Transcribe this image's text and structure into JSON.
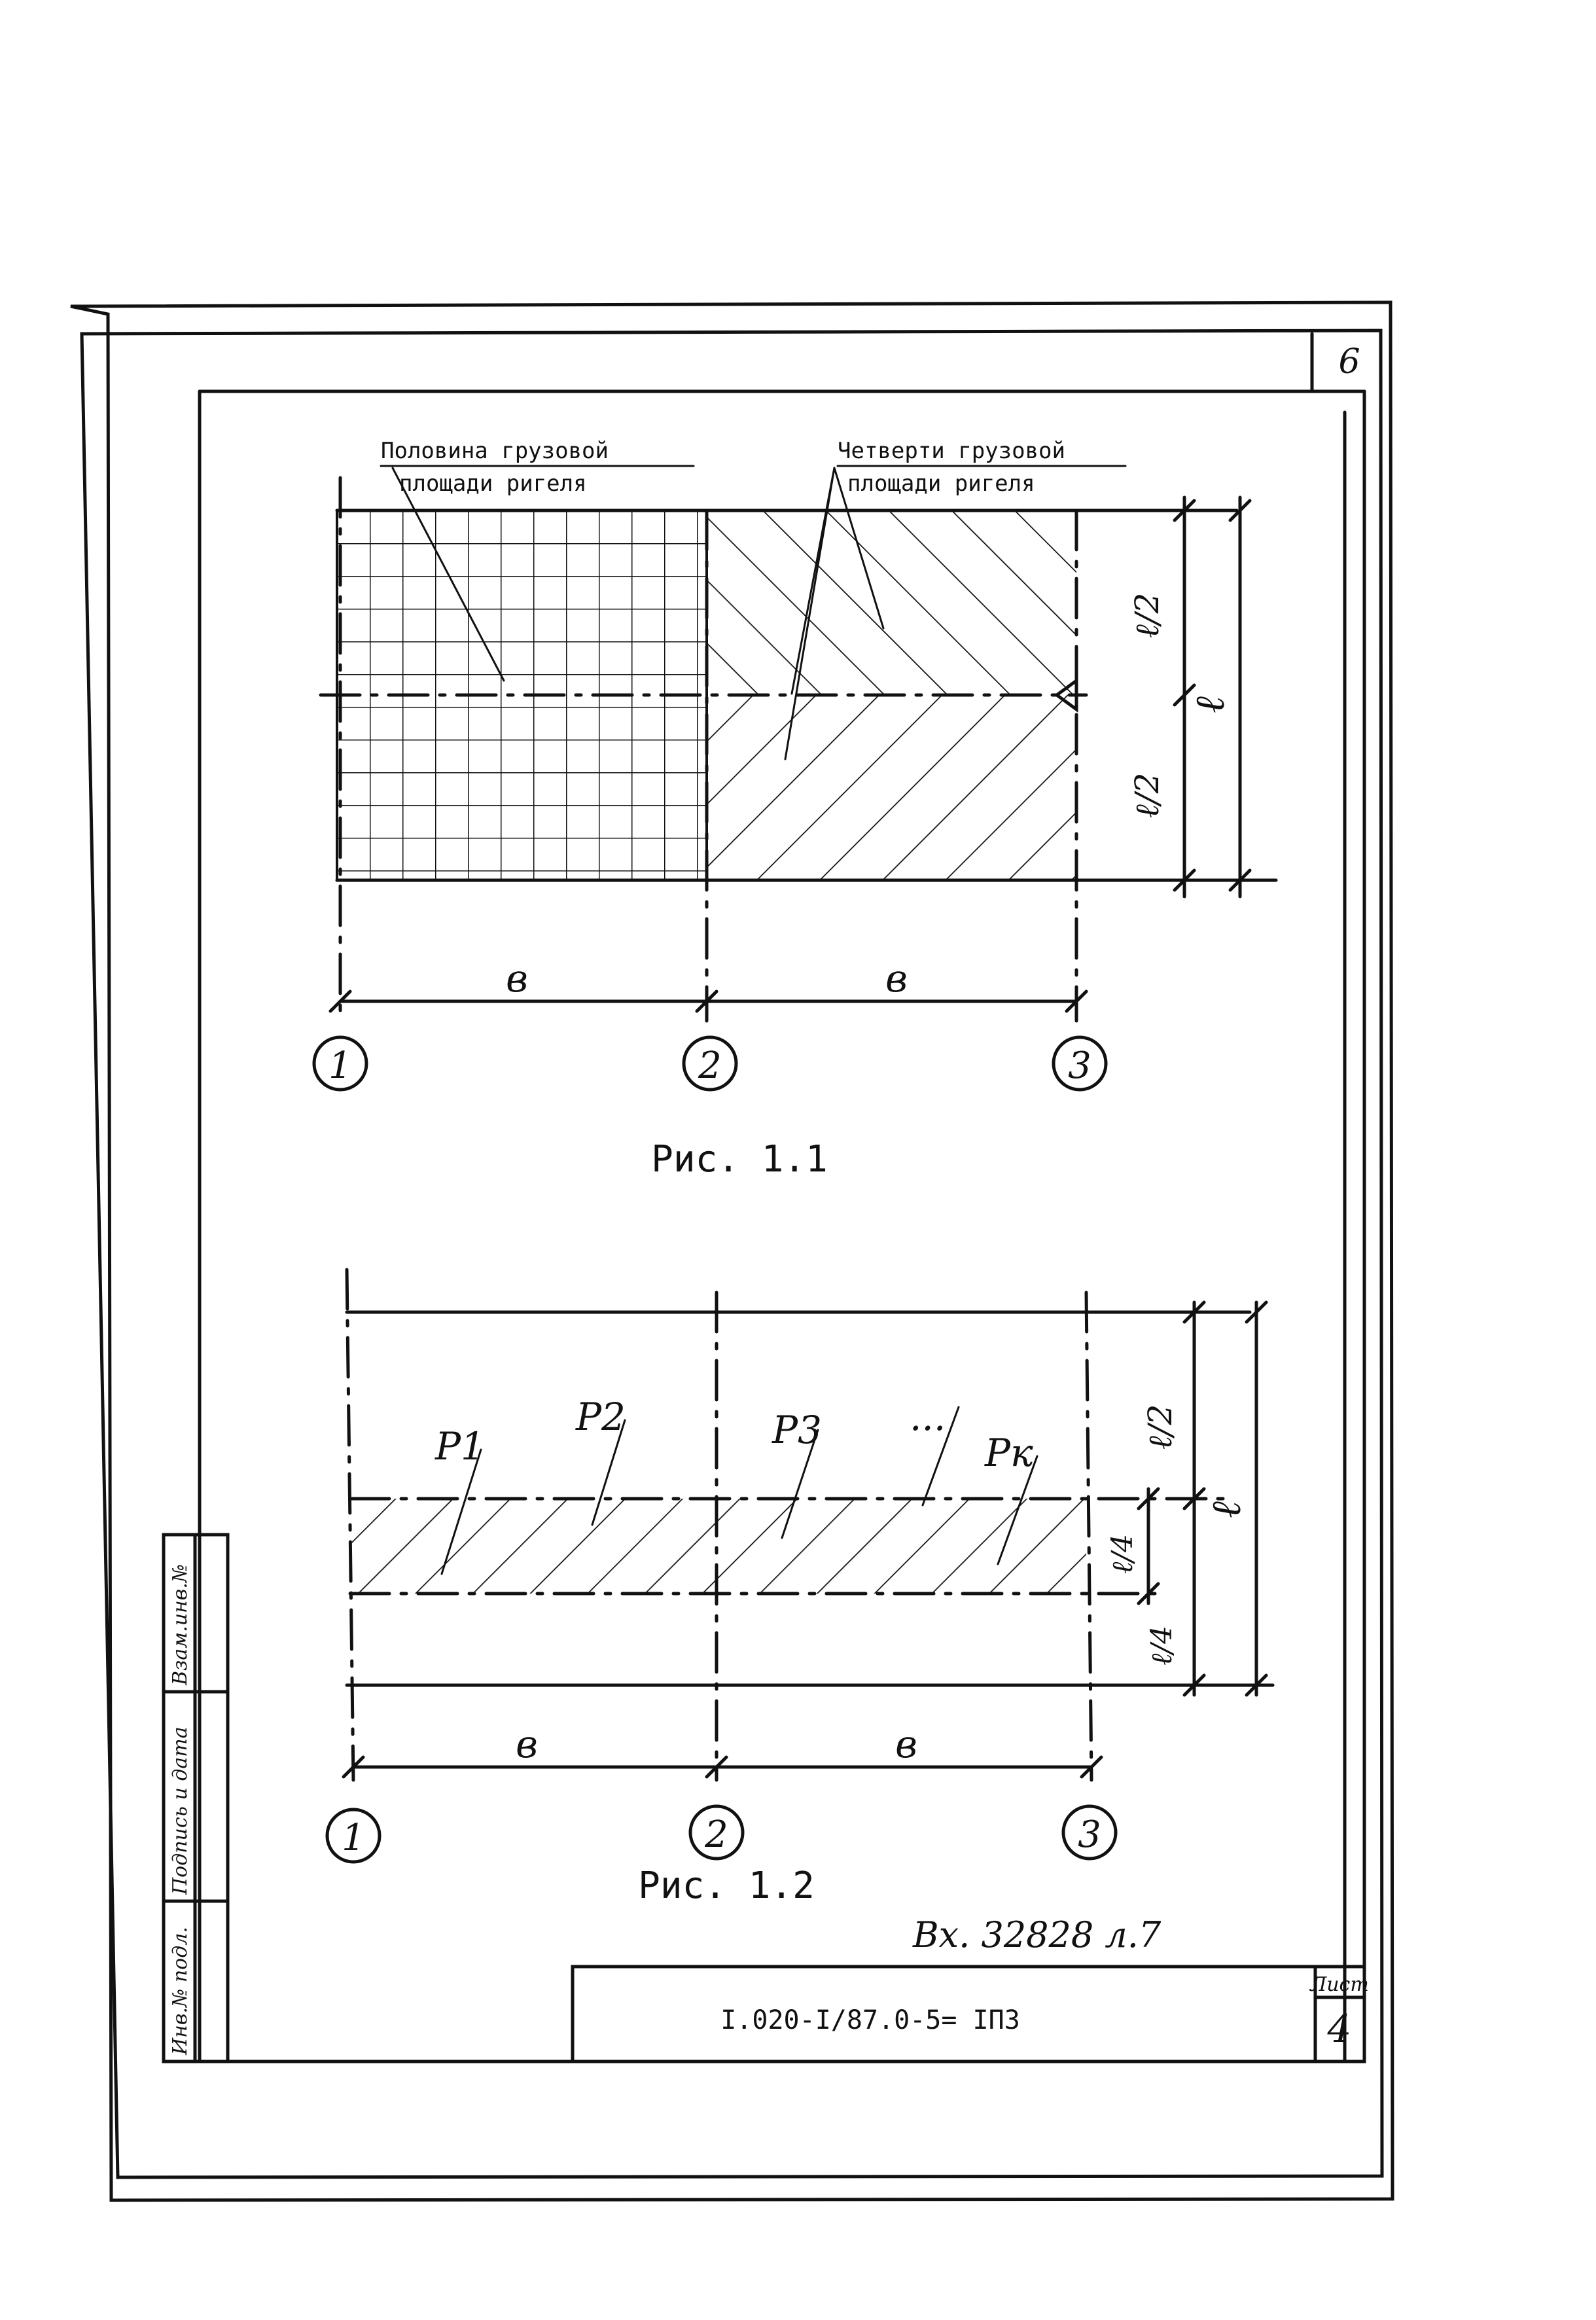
{
  "sheet": {
    "corner_number": "6",
    "sheet_label": "Лист",
    "sheet_number": "4",
    "designation": "I.020-I/87.0-5= IПЗ",
    "incoming_note": "Вх. 32828 л.7"
  },
  "side_stamp": {
    "col1": "Инв.№ подл.",
    "col2": "Подпись и дата",
    "col3": "Взам.инв.№"
  },
  "fig1": {
    "caption": "Рис. 1.1",
    "label_left_line1": "Половина грузовой",
    "label_left_line2": "площади ригеля",
    "label_right_line1": "Четверти грузовой",
    "label_right_line2": "площади ригеля",
    "dim_b_left": "в",
    "dim_b_right": "в",
    "dim_half_top": "ℓ/2",
    "dim_half_bottom": "ℓ/2",
    "dim_full": "ℓ",
    "axes": [
      "1",
      "2",
      "3"
    ]
  },
  "fig2": {
    "caption": "Рис. 1.2",
    "loads": [
      "P1",
      "P2",
      "P3",
      "...",
      "Pк"
    ],
    "dim_b_left": "в",
    "dim_b_right": "в",
    "dim_half": "ℓ/2",
    "dim_quarter": "ℓ/4",
    "dim_quarter_bottom": "ℓ/4",
    "dim_full": "ℓ",
    "axes": [
      "1",
      "2",
      "3"
    ]
  }
}
